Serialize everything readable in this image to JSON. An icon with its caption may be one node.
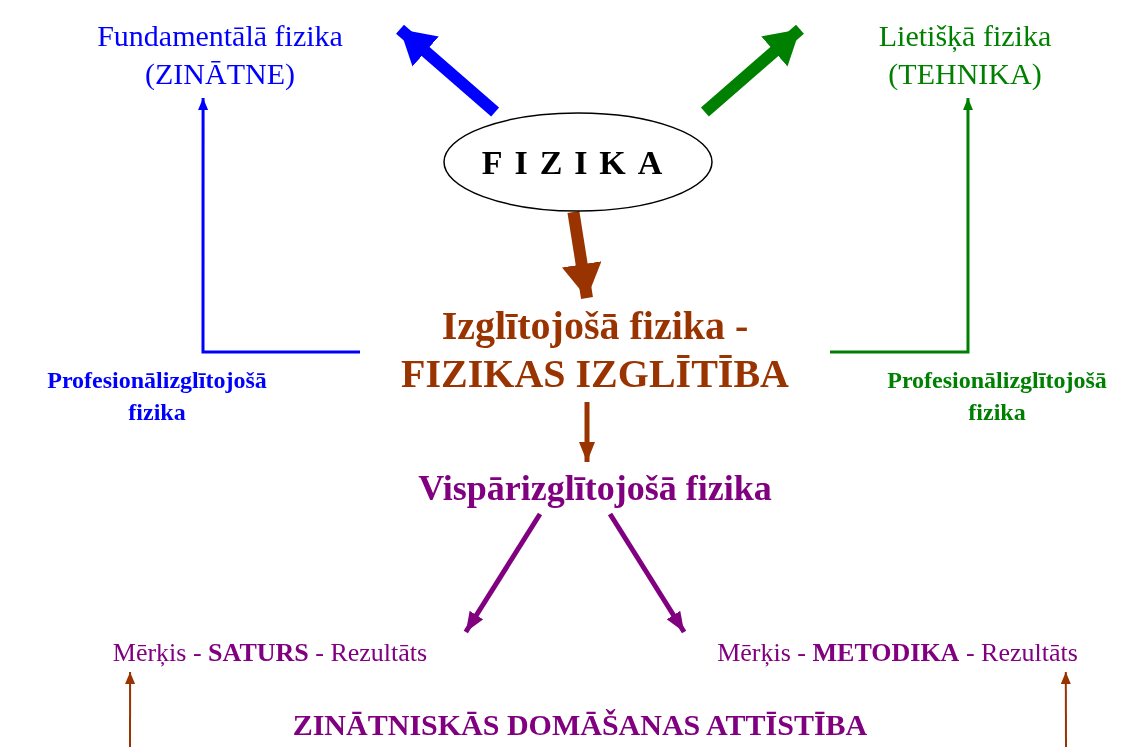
{
  "diagram": {
    "nodes": [
      {
        "text": [
          "Fundamentālā fizika (ZINĀTNE)"
        ]
      },
      {
        "text": [
          "Lietišķā fizika (TEHNIKA)"
        ]
      },
      {
        "text": [
          "FIZIKA"
        ]
      },
      {
        "text": [
          "Izglītojošā fizika - FIZIKAS IZGLĪTĪBA"
        ]
      },
      {
        "text": [
          "Vispārizglītojošā fizika"
        ]
      },
      {
        "text": [
          "Mērķis - **SATURS** - Rezultāts"
        ]
      },
      {
        "text": [
          "Mērķis - **METODIKA** - Rezultāts"
        ]
      },
      {
        "text": [
          "ZINĀTNISKĀS DOMĀŠANAS ATTĪSTĪBA"
        ]
      }
    ],
    "edges": [
      {
        "from": 2,
        "to": 0,
        "arrow": "to",
        "style": "thick",
        "color": "#0000ff"
      },
      {
        "from": 2,
        "to": 1,
        "arrow": "to",
        "style": "thick",
        "color": "#008000"
      },
      {
        "from": 2,
        "to": 3,
        "arrow": "to",
        "style": "thick"
      },
      {
        "from": 3,
        "to": 0,
        "arrow": "to",
        "label": "Profesionālizglītojošā fizika",
        "color": "#0000ff"
      },
      {
        "from": 3,
        "to": 1,
        "arrow": "to",
        "label": "Profesionālizglītojošā fizika",
        "color": "#008000"
      },
      {
        "from": 3,
        "to": 4,
        "arrow": "to"
      },
      {
        "from": 4,
        "to": 5,
        "arrow": "to",
        "color": "#800080"
      },
      {
        "from": 4,
        "to": 6,
        "arrow": "to",
        "color": "#800080"
      },
      {
        "from": null,
        "to": 5,
        "arrow": "to"
      },
      {
        "from": null,
        "to": 6,
        "arrow": "to"
      }
    ]
  }
}
